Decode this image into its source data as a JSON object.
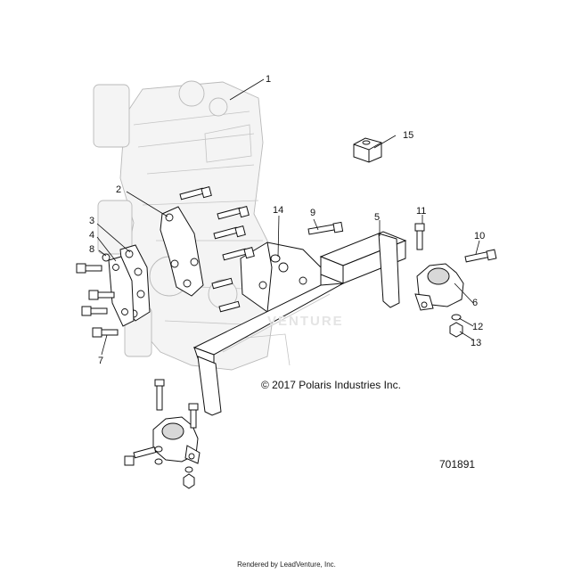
{
  "callouts": [
    {
      "id": "1",
      "label": "1"
    },
    {
      "id": "2",
      "label": "2"
    },
    {
      "id": "3",
      "label": "3"
    },
    {
      "id": "4",
      "label": "4"
    },
    {
      "id": "5",
      "label": "5"
    },
    {
      "id": "6",
      "label": "6"
    },
    {
      "id": "7",
      "label": "7"
    },
    {
      "id": "8",
      "label": "8"
    },
    {
      "id": "9",
      "label": "9"
    },
    {
      "id": "10",
      "label": "10"
    },
    {
      "id": "11",
      "label": "11"
    },
    {
      "id": "12",
      "label": "12"
    },
    {
      "id": "13",
      "label": "13"
    },
    {
      "id": "14",
      "label": "14"
    },
    {
      "id": "15",
      "label": "15"
    }
  ],
  "copyright": "© 2017 Polaris Industries Inc.",
  "part_number": "701891",
  "rendered_by": "Rendered by LeadVenture, Inc.",
  "watermark": "VENTURE"
}
